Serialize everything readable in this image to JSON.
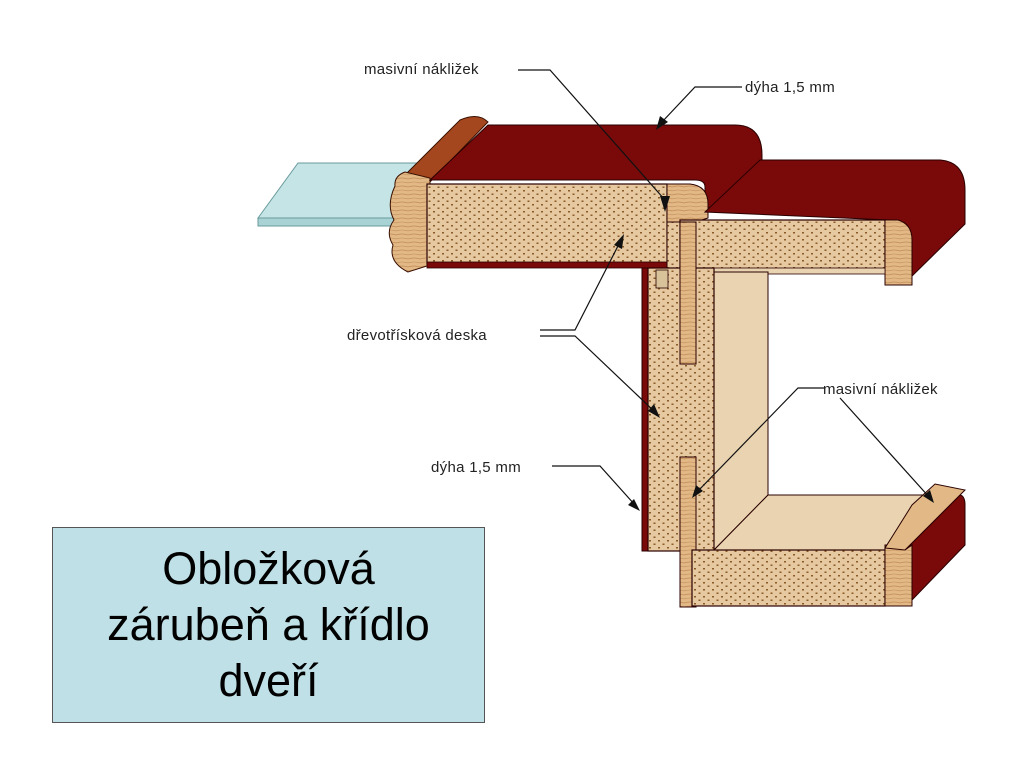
{
  "colors": {
    "veneer": "#7a0a0a",
    "veneer_dark": "#4a0000",
    "chipboard": "#e6c9a0",
    "chipboard_dot": "#8a5a28",
    "solid_wood": "#e2b986",
    "frame_inner": "#e9d3b0",
    "glass": "#c4e4e6",
    "title_bg": "#bfe0e6"
  },
  "labels": {
    "edge_top": "masivní nákližek",
    "veneer_top": "dýha 1,5 mm",
    "chipboard": "dřevotřísková deska",
    "edge_right": "masivní nákližek",
    "veneer_bottom": "dýha 1,5 mm"
  },
  "title": {
    "line1": "Obložková",
    "line2": "zárubeň a křídlo",
    "line3": "dveří"
  }
}
